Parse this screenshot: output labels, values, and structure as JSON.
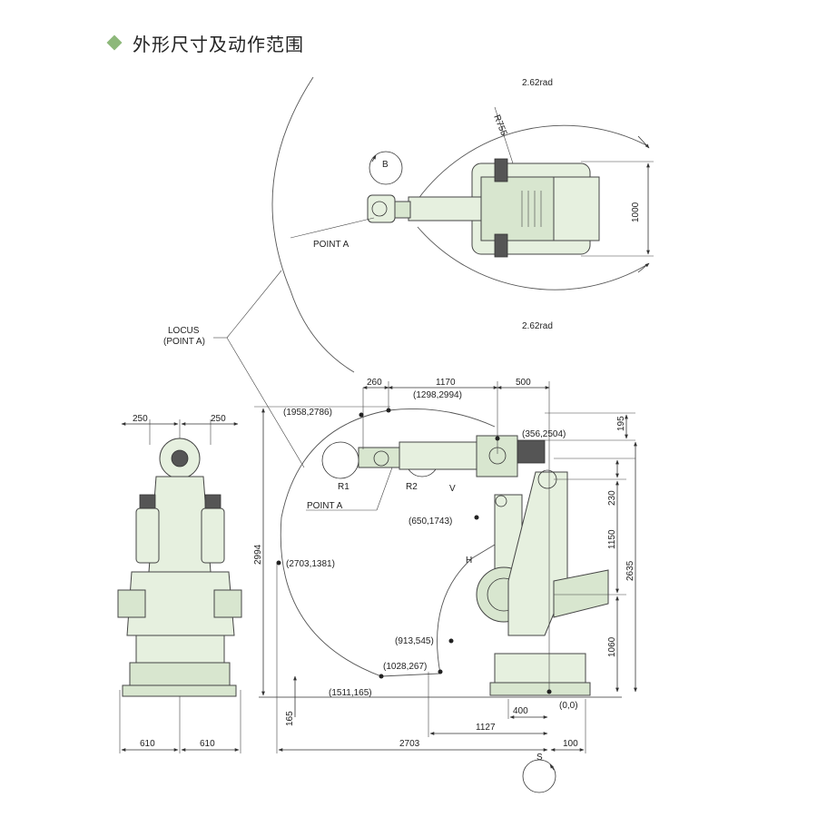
{
  "header": {
    "title": "外形尺寸及动作范围"
  },
  "top_view": {
    "arc_top": "2.62rad",
    "arc_bottom": "2.62rad",
    "radius": "R755",
    "width_dim": "1000",
    "axis_b": "B",
    "point_a": "POINT A"
  },
  "locus": {
    "line1": "LOCUS",
    "line2": "(POINT A)"
  },
  "side_view": {
    "dims_top": [
      "260",
      "1170",
      "500"
    ],
    "coords": [
      "(1958,2786)",
      "(1298,2994)",
      "(356,2504)",
      "(650,1743)",
      "(2703,1381)",
      "(913,545)",
      "(1028,267)",
      "(1511,165)",
      "(0,0)"
    ],
    "dims_right": [
      "195",
      "230",
      "1150",
      "2635",
      "1060"
    ],
    "dim_left": "2994",
    "dim_165": "165",
    "dims_bottom": [
      "400",
      "1127",
      "2703",
      "100"
    ],
    "labels": {
      "r1": "R1",
      "r2": "R2",
      "v": "V",
      "h": "H",
      "s": "S",
      "point_a": "POINT A"
    }
  },
  "front_view": {
    "dims_top": [
      "250",
      "250"
    ],
    "dims_bottom": [
      "610",
      "610"
    ]
  }
}
